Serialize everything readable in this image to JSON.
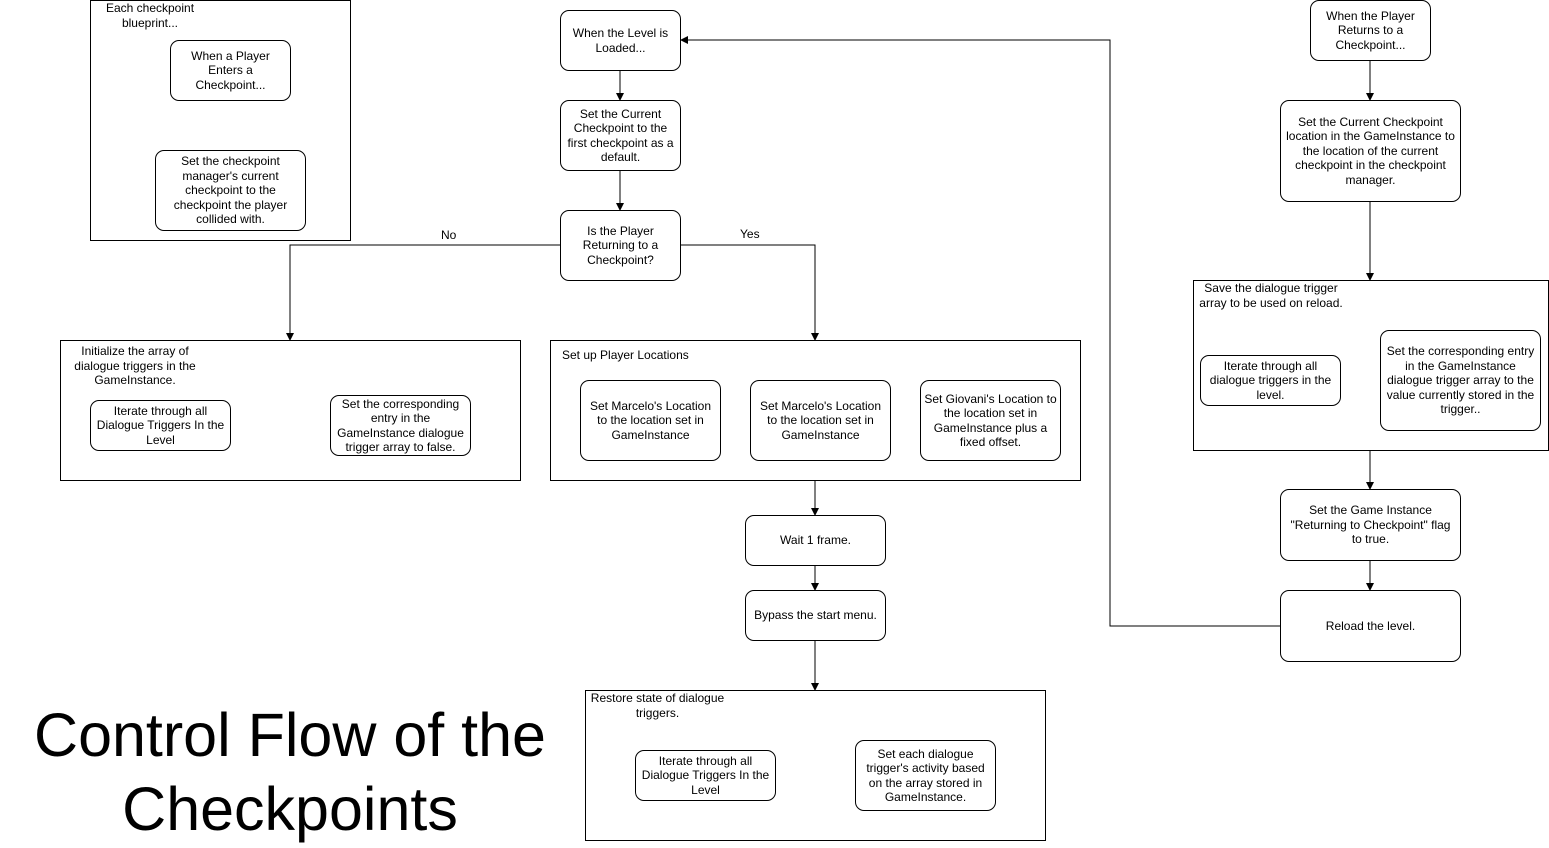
{
  "title": "Control Flow of the Checkpoints",
  "groups": {
    "blueprint": "Each checkpoint blueprint...",
    "init": "Initialize the array of dialogue triggers in the GameInstance.",
    "locations": "Set up Player Locations",
    "save": "Save the dialogue trigger array to be used on reload.",
    "restore": "Restore state of dialogue triggers."
  },
  "nodes": {
    "enter_cp": "When a Player Enters a Checkpoint...",
    "set_manager": "Set the checkpoint manager's current checkpoint to the checkpoint the player collided with.",
    "level_loaded": "When the Level is Loaded...",
    "set_first": "Set the Current Checkpoint to the first checkpoint as a default.",
    "is_returning": "Is the Player Returning to a Checkpoint?",
    "init_iterate": "Iterate through all Dialogue Triggers In the Level",
    "init_false": "Set the corresponding entry in the GameInstance dialogue trigger array to false.",
    "marcelo_1": "Set Marcelo's Location to the location set in GameInstance",
    "marcelo_2": "Set Marcelo's Location to the location set in GameInstance",
    "giovani": "Set Giovani's Location to the location set in GameInstance plus a fixed offset.",
    "wait": "Wait 1 frame.",
    "bypass": "Bypass the start menu.",
    "restore_iterate": "Iterate through all Dialogue Triggers In the Level",
    "restore_set": "Set each dialogue trigger's activity based on the array stored in GameInstance.",
    "returns_cp": "When the Player Returns to a Checkpoint...",
    "set_gi_location": "Set the Current Checkpoint location in the GameInstance to the location of the current checkpoint in the checkpoint manager.",
    "save_iterate": "Iterate through all dialogue triggers in the level.",
    "save_set": "Set the corresponding entry in the GameInstance dialogue trigger array to the value currently stored in the trigger..",
    "set_flag": "Set the Game Instance \"Returning to Checkpoint\" flag to true.",
    "reload": "Reload the level."
  },
  "edges": {
    "no": "No",
    "yes": "Yes"
  }
}
